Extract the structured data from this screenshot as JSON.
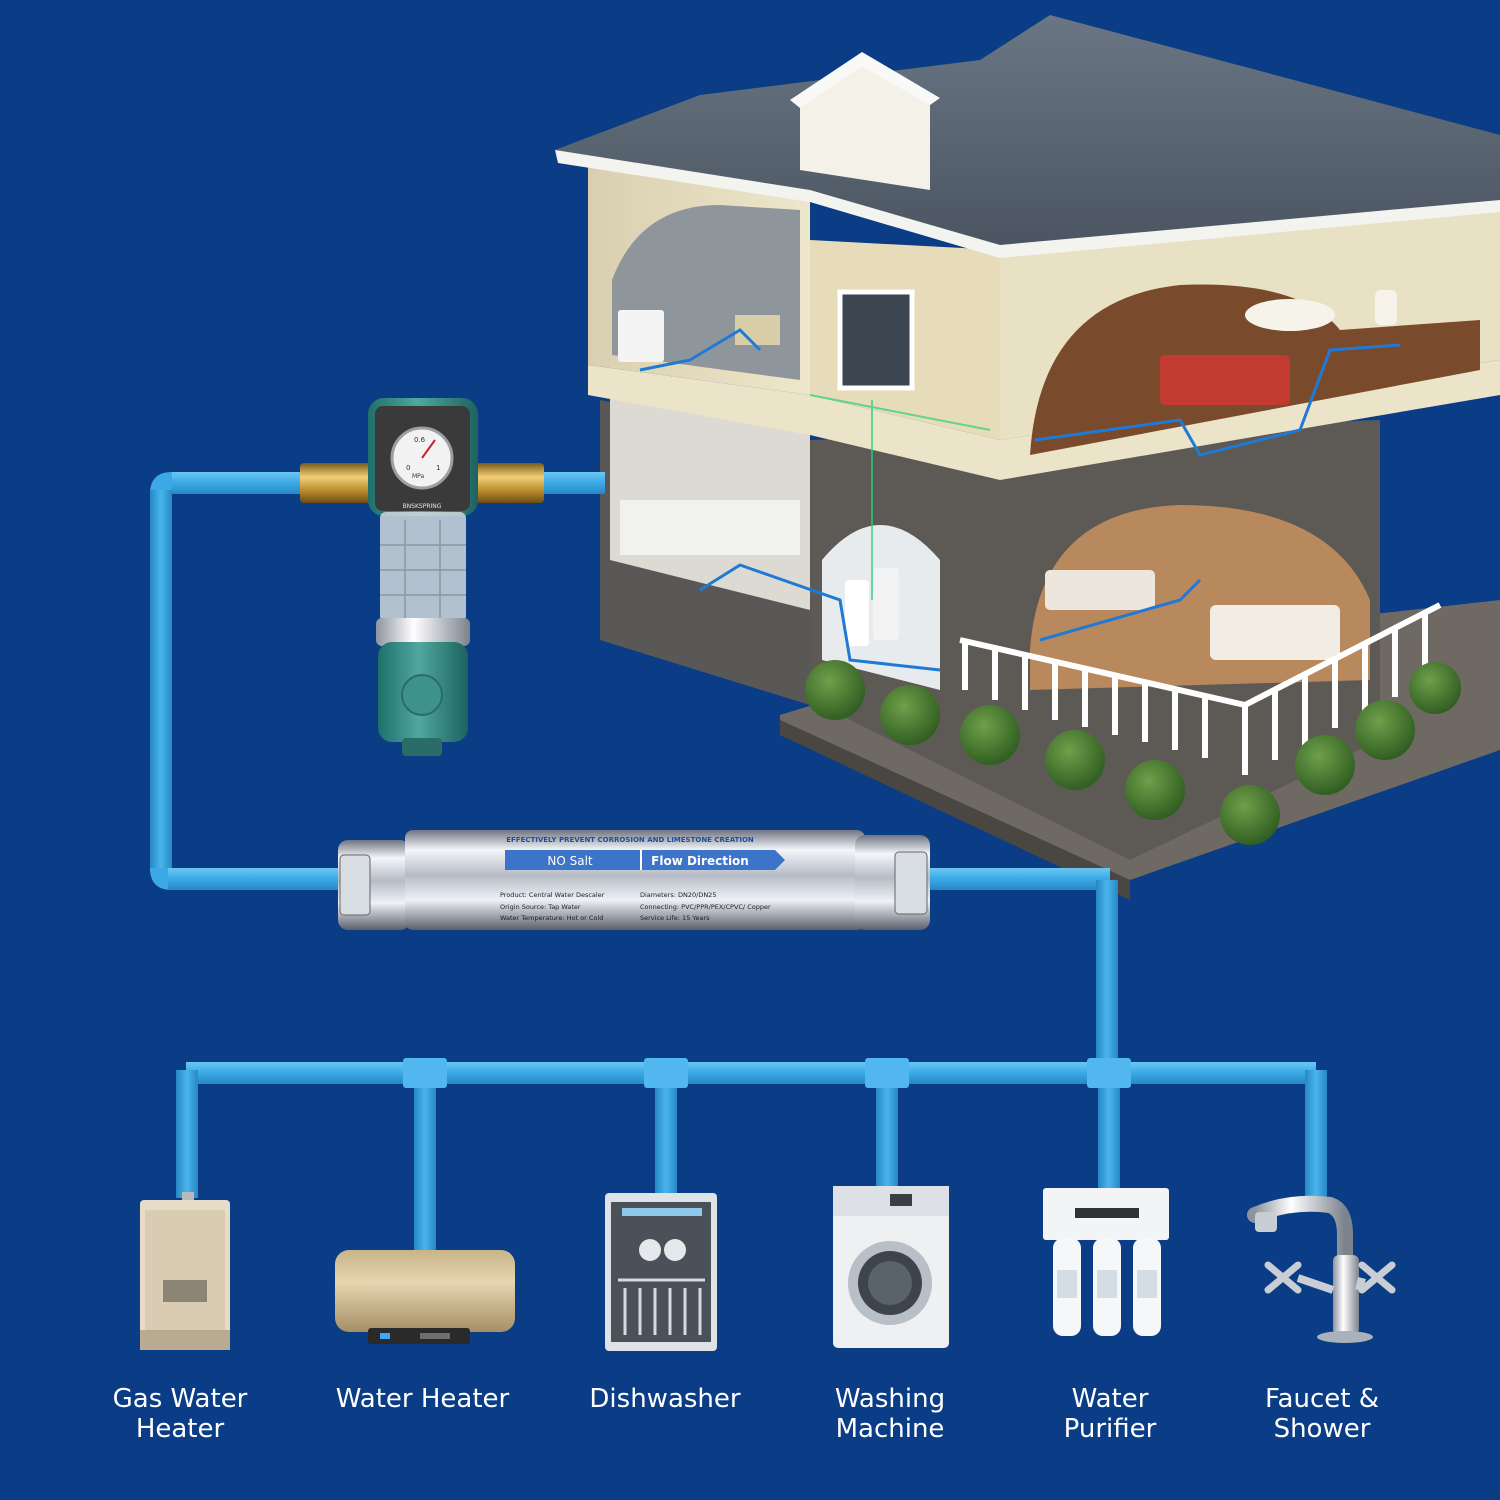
{
  "colors": {
    "background": "#0a3d86",
    "pipe": "#3aa9e6",
    "pipe_shadow": "#2a8cc9",
    "label_text": "#ffffff"
  },
  "prefilter": {
    "brand": "BNSKSPRING",
    "gauge_numbers": [
      "0",
      "0.6",
      "1",
      "MPa"
    ]
  },
  "descaler": {
    "banner": "EFFECTIVELY PREVENT CORROSION AND LIMESTONE CREATION",
    "no_salt": "NO Salt",
    "flow": "Flow  Direction",
    "spec_left": [
      "Product: Central Water Descaler",
      "Origin Source: Tap Water",
      "Water Temperature: Hot or Cold"
    ],
    "spec_right": [
      "Diameters: DN20/DN25",
      "Connecting: PVC/PPR/PEX/CPVC/ Copper",
      "Service Life: 15 Years"
    ]
  },
  "appliances": [
    {
      "icon": "gas-water-heater-icon",
      "line1": "Gas Water",
      "line2": "Heater"
    },
    {
      "icon": "water-heater-icon",
      "line1": "Water Heater",
      "line2": ""
    },
    {
      "icon": "dishwasher-icon",
      "line1": "Dishwasher",
      "line2": ""
    },
    {
      "icon": "washing-machine-icon",
      "line1": "Washing",
      "line2": "Machine"
    },
    {
      "icon": "water-purifier-icon",
      "line1": "Water",
      "line2": "Purifier"
    },
    {
      "icon": "faucet-icon",
      "line1": "Faucet &",
      "line2": "Shower"
    }
  ]
}
